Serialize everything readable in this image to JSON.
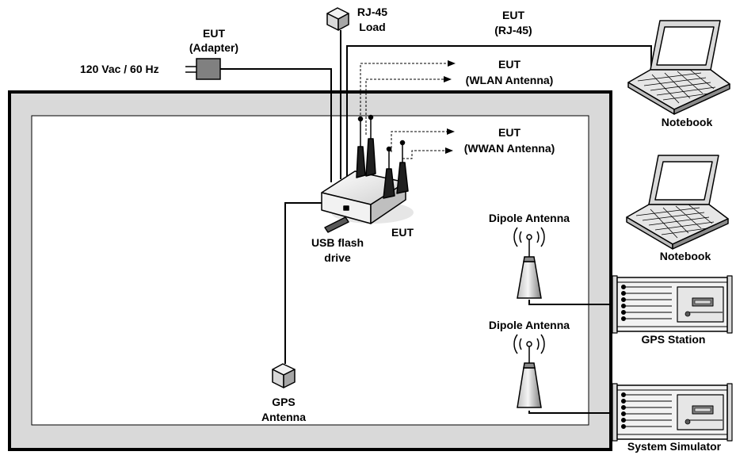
{
  "labels": {
    "rj45_load_line1": "RJ-45",
    "rj45_load_line2": "Load",
    "eut_rj45_line1": "EUT",
    "eut_rj45_line2": "(RJ-45)",
    "eut_adapter_line1": "EUT",
    "eut_adapter_line2": "(Adapter)",
    "power_source": "120 Vac / 60 Hz",
    "eut_wlan_line1": "EUT",
    "eut_wlan_line2": "(WLAN Antenna)",
    "eut_wwan_line1": "EUT",
    "eut_wwan_line2": "(WWAN Antenna)",
    "notebook_1": "Notebook",
    "notebook_2": "Notebook",
    "eut": "EUT",
    "usb_line1": "USB flash",
    "usb_line2": "drive",
    "dipole_1": "Dipole Antenna",
    "dipole_2": "Dipole Antenna",
    "gps_station": "GPS Station",
    "gps_antenna_line1": "GPS",
    "gps_antenna_line2": "Antenna",
    "system_simulator": "System Simulator"
  },
  "icons": [
    "cube-icon",
    "laptop-icon",
    "router-icon",
    "dipole-antenna-icon",
    "rack-instrument-icon",
    "power-adapter-icon",
    "usb-drive-icon"
  ],
  "colors": {
    "line": "#000000",
    "device_light": "#f2f2f2",
    "device_mid": "#d9d9d9",
    "device_dark": "#8c8c8c",
    "antenna_dark": "#2b2b2b",
    "screen": "#f7f7f7"
  }
}
